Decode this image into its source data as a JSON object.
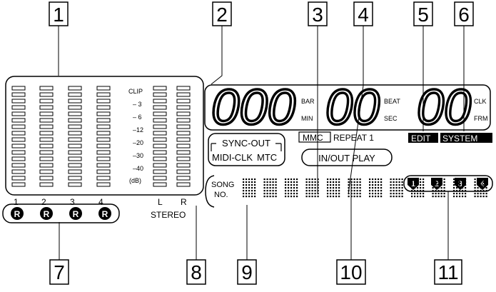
{
  "callouts": {
    "c1": "1",
    "c2": "2",
    "c3": "3",
    "c4": "4",
    "c5": "5",
    "c6": "6",
    "c7": "7",
    "c8": "8",
    "c9": "9",
    "c10": "10",
    "c11": "11"
  },
  "meters": {
    "scale": [
      "CLIP",
      "– 3",
      "– 6",
      "–12",
      "–20",
      "–30",
      "–40"
    ],
    "unit": "(dB)",
    "tracks": [
      "1",
      "2",
      "3",
      "4"
    ],
    "stereo": [
      "L",
      "R"
    ],
    "stereo_label": "STEREO",
    "record_indicator": "R"
  },
  "counter": {
    "bar_digits": "000",
    "beat_digits": "00",
    "clk_digits": "00",
    "bar_label": "BAR",
    "min_label": "MIN",
    "beat_label": "BEAT",
    "sec_label": "SEC",
    "clk_label": "CLK",
    "frm_label": "FRM"
  },
  "indicators": {
    "mmc": "MMC",
    "repeat": "REPEAT 1",
    "edit": "EDIT",
    "system": "SYSTEM",
    "sync_out": "SYNC-OUT",
    "midi_clk": "MIDI-CLK",
    "mtc": "MTC",
    "in_out_play": "IN/OUT PLAY",
    "song_line1": "SONG",
    "song_line2": "NO."
  },
  "locators": [
    "1",
    "2",
    "3",
    "4"
  ],
  "colors": {
    "ink": "#000000",
    "paper": "#ffffff"
  }
}
